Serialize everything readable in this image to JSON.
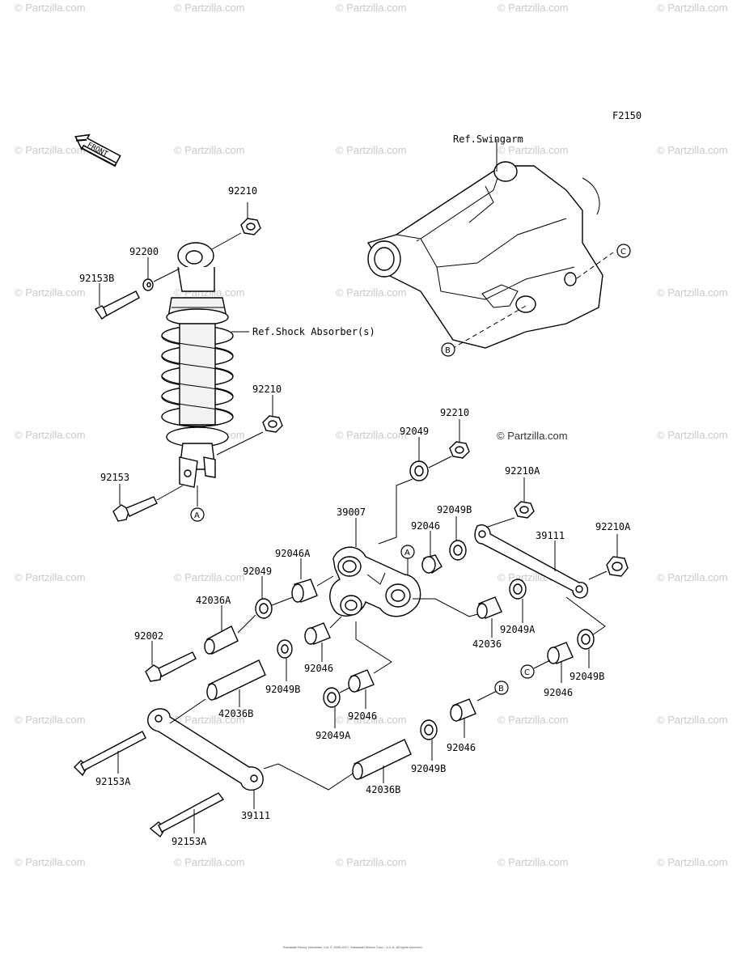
{
  "watermark": "© Partzilla.com",
  "figure_code": "F2150",
  "front_label": "FRONT",
  "ref_labels": {
    "swingarm": "Ref.Swingarm",
    "shock": "Ref.Shock Absorber(s)"
  },
  "refs": {
    "a": "A",
    "b": "B",
    "c": "C"
  },
  "parts": {
    "p92210_top": "92210",
    "p92200": "92200",
    "p92153B": "92153B",
    "p92210_mid": "92210",
    "p92153": "92153",
    "p92210_right": "92210",
    "p92049_top": "92049",
    "p92210A_1": "92210A",
    "p92210A_2": "92210A",
    "p39007": "39007",
    "p92049B_top": "92049B",
    "p92046_top": "92046",
    "p39111_right": "39111",
    "p92046A": "92046A",
    "p92049_left": "92049",
    "p42036A": "42036A",
    "p92002": "92002",
    "p92049A_right": "92049A",
    "p42036": "42036",
    "p92046_mid": "92046",
    "p92049B_mid": "92049B",
    "p42036B_left": "42036B",
    "p92046_low": "92046",
    "p92049A_low": "92049A",
    "p92046_rt": "92046",
    "p92049B_rt": "92049B",
    "p92153A_1": "92153A",
    "p39111_low": "39111",
    "p42036B_low": "42036B",
    "p92049B_low": "92049B",
    "p92046_bot": "92046",
    "p92153A_2": "92153A"
  },
  "copyright": "Kawasaki Heavy Industries, Ltd. © 1995-2017. Kawasaki Motors Corp., U.S.A. All rights reserved."
}
